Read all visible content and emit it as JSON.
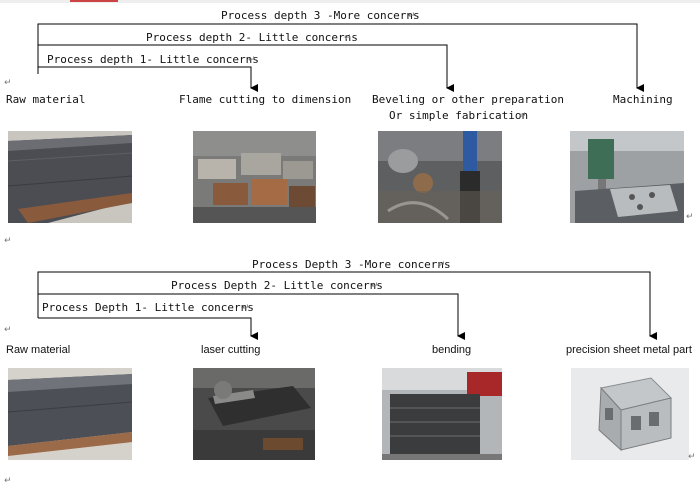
{
  "para_mark": "↵",
  "section1": {
    "depth3": "Process depth 3 -More concerns",
    "depth2": "Process depth 2- Little concerns",
    "depth1": "Process depth 1- Little concerns",
    "step1": "Raw material",
    "step2": "Flame cutting to dimension",
    "step3_line1": "Beveling or other preparation",
    "step3_line2": "Or simple fabrication",
    "step4": "Machining"
  },
  "section2": {
    "depth3": "Process Depth 3 -More concerns",
    "depth2": "Process Depth 2- Little concerns",
    "depth1": "Process Depth 1- Little concerns",
    "step1": "Raw material",
    "step2": "laser cutting",
    "step3": "bending",
    "step4": "precision sheet metal part"
  }
}
